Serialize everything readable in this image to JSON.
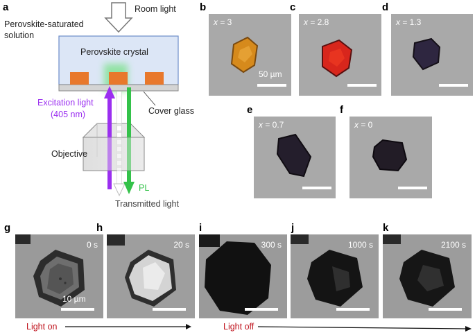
{
  "panel_a": {
    "label": "a",
    "room_light": "Room light",
    "solution_line1": "Perovskite-saturated",
    "solution_line2": "solution",
    "crystal": "Perovskite crystal",
    "excitation_line1": "Excitation light",
    "excitation_line2": "(405 nm)",
    "cover_glass": "Cover glass",
    "objective": "Objective",
    "pl": "PL",
    "transmitted": "Transmitted light"
  },
  "crystal_panels": [
    {
      "label": "b",
      "x_prefix": "x",
      "x_value": " = 3",
      "scale": "50 µm"
    },
    {
      "label": "c",
      "x_prefix": "x",
      "x_value": " = 2.8"
    },
    {
      "label": "d",
      "x_prefix": "x",
      "x_value": " = 1.3"
    },
    {
      "label": "e",
      "x_prefix": "x",
      "x_value": " = 0.7"
    },
    {
      "label": "f",
      "x_prefix": "x",
      "x_value": " = 0"
    }
  ],
  "time_panels": [
    {
      "label": "g",
      "time": "0 s",
      "scale": "10 µm"
    },
    {
      "label": "h",
      "time": "20 s"
    },
    {
      "label": "i",
      "time": "300 s"
    },
    {
      "label": "j",
      "time": "1000 s"
    },
    {
      "label": "k",
      "time": "2100 s"
    }
  ],
  "timeline": {
    "light_on": "Light on",
    "light_off": "Light off"
  },
  "colors": {
    "solution_fill": "#dce6f6",
    "solution_border": "#6c8cc8",
    "crystal": "#e8782c",
    "excitation": "#9b2ff0",
    "pl_green": "#34c24a",
    "text_red": "#c0141e"
  }
}
